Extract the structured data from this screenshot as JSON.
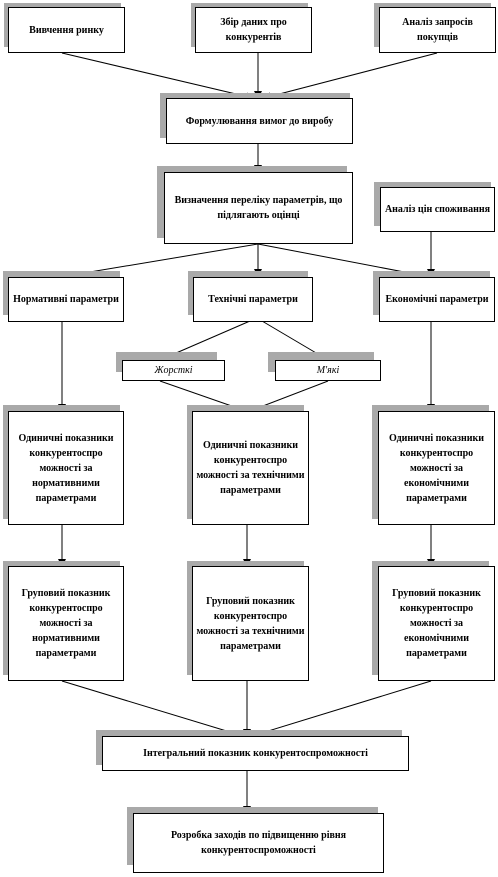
{
  "diagram": {
    "nodes": {
      "market_study": "Вивчення ринку",
      "competitor_data": "Збір даних про конкурентів",
      "consumer_requests": "Аналіз запросів покупців",
      "product_requirements": "Формулювання вимог до виробу",
      "parameters_list": "Визначення переліку параметрів, що підлягають оцінці",
      "price_analysis": "Аналіз цін споживання",
      "normative_params": "Нормативні параметри",
      "technical_params": "Технічні параметри",
      "economic_params": "Економічні параметри",
      "hard_params": "Жорсткі",
      "soft_params": "М'які",
      "single_normative": "Одиничні показники конкурентоспро можності за нормативними параметрами",
      "single_technical": "Одиничні показники конкурентоспро можності за технічними параметрами",
      "single_economic": "Одиничні показники конкурентоспро можності за економічними параметрами",
      "group_normative": "Груповий показник конкурентоспро можності за нормативними параметрами",
      "group_technical": "Груповий показник конкурентоспро можності за технічними параметрами",
      "group_economic": "Груповий показник конкурентоспро можності за економічними параметрами",
      "integral_index": "Інтегральний показник конкурентоспроможності",
      "improvement_measures": "Розробка заходів по підвищенню рівня конкурентоспроможності"
    },
    "colors": {
      "shadow": "#a9a9a9",
      "border": "#000000",
      "arrow": "#000000"
    }
  }
}
